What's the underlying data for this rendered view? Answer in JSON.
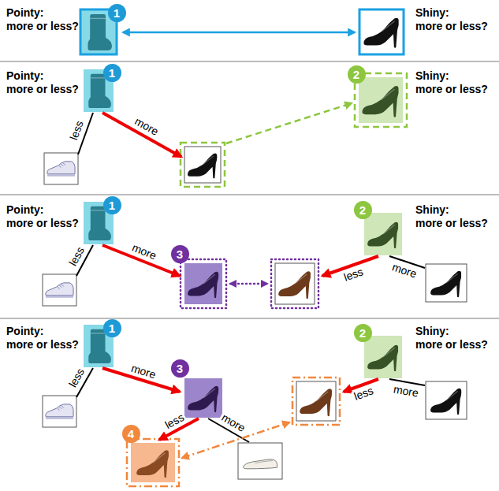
{
  "diagram": {
    "labels": [
      "Pointy: more or less?",
      "1",
      "Shiny: more or less?",
      "Pointy: more or less?",
      "1",
      "less",
      "more",
      "2",
      "Shiny: more or less?",
      "Pointy: more or less?",
      "1",
      "2",
      "Shiny: more or less?",
      "less",
      "more",
      "3",
      "less",
      "more",
      "Pointy: more or less?",
      "1",
      "2",
      "Shiny: more or less?",
      "less",
      "more",
      "3",
      "less",
      "more",
      "less",
      "more",
      "4"
    ]
  }
}
